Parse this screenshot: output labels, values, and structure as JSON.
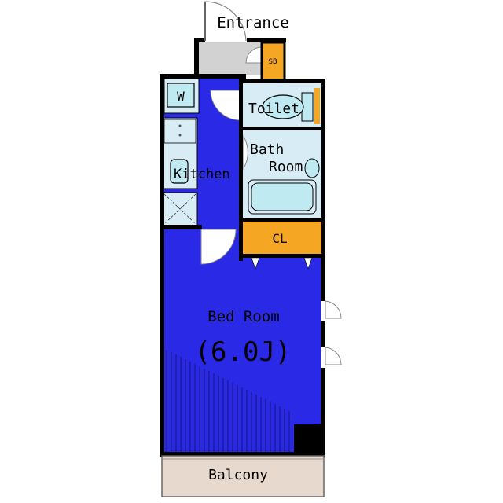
{
  "labels": {
    "entrance": "Entrance",
    "shoe_box": "SB",
    "washer": "W",
    "toilet": "Toilet",
    "bath_line1": "Bath",
    "bath_line2": "Room",
    "kitchen": "Kitchen",
    "closet": "CL",
    "bedroom": "Bed Room",
    "bedroom_size": "(6.0J)",
    "balcony": "Balcony"
  },
  "colors": {
    "room_blue": "#2a2ae6",
    "wet_area": "#d8ecf6",
    "storage_orange": "#f5a623",
    "entrance_gray": "#d2d2d2",
    "balcony_beige": "#e8d9ce",
    "fixture_cyan": "#bfeaf2",
    "wall": "#000000"
  }
}
